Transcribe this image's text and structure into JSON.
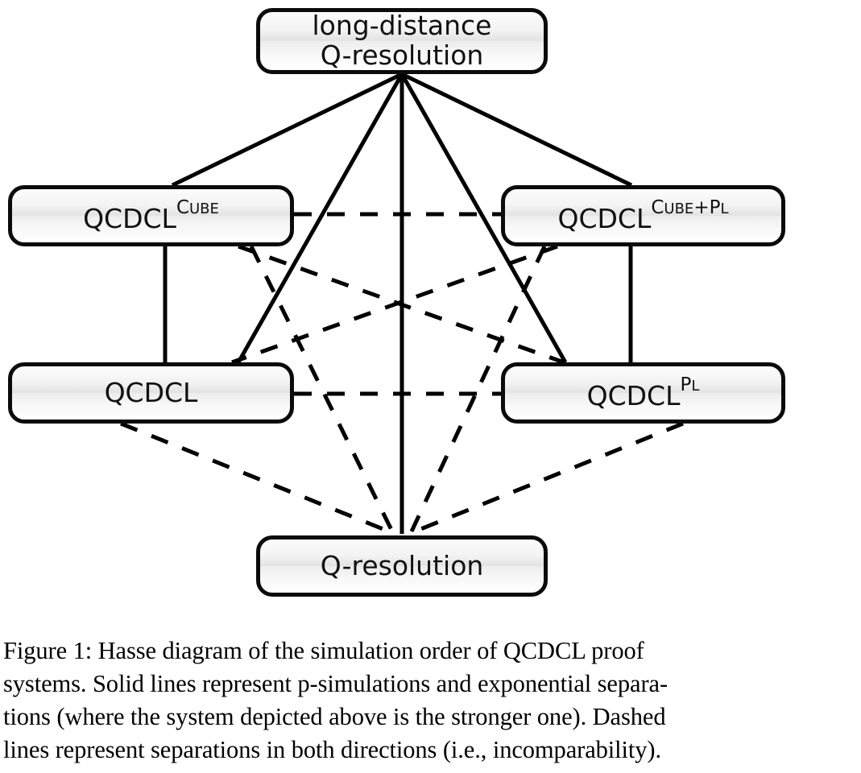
{
  "figure": {
    "type": "hasse-diagram",
    "nodes": [
      {
        "id": "long-distance-q-resolution",
        "label_line1": "long-distance",
        "label_line2": "Q-resolution",
        "base": "",
        "superscript": "",
        "row": 0
      },
      {
        "id": "qcdcl-cube",
        "base": "QCDCL",
        "superscript": "CUBE",
        "sup_first": "C",
        "sup_rest": "UBE",
        "row": 1
      },
      {
        "id": "qcdcl-cube-pl",
        "base": "QCDCL",
        "superscript": "CUBE+PL",
        "sup_first": "C",
        "sup_rest": "UBE",
        "sup_plus": "+",
        "sup_second_first": "P",
        "sup_second_rest": "L",
        "row": 1
      },
      {
        "id": "qcdcl",
        "base": "QCDCL",
        "superscript": "",
        "row": 2
      },
      {
        "id": "qcdcl-pl",
        "base": "QCDCL",
        "superscript": "PL",
        "sup_first": "P",
        "sup_rest": "L",
        "row": 2
      },
      {
        "id": "q-resolution",
        "base": "Q-resolution",
        "superscript": "",
        "row": 3
      }
    ],
    "edges": {
      "solid_meaning": "p-simulations and exponential separations",
      "dashed_meaning": "separations in both directions (incomparability)",
      "solid": [
        {
          "from": "long-distance-q-resolution",
          "to": "qcdcl-cube"
        },
        {
          "from": "long-distance-q-resolution",
          "to": "qcdcl-cube-pl"
        },
        {
          "from": "long-distance-q-resolution",
          "to": "qcdcl"
        },
        {
          "from": "long-distance-q-resolution",
          "to": "qcdcl-pl"
        },
        {
          "from": "long-distance-q-resolution",
          "to": "q-resolution",
          "arrowhead": "down"
        },
        {
          "from": "qcdcl-cube",
          "to": "qcdcl"
        },
        {
          "from": "qcdcl-cube-pl",
          "to": "qcdcl-pl"
        }
      ],
      "dashed": [
        {
          "from": "qcdcl-cube",
          "to": "qcdcl-cube-pl"
        },
        {
          "from": "qcdcl",
          "to": "qcdcl-pl"
        },
        {
          "from": "qcdcl-cube",
          "to": "qcdcl-pl"
        },
        {
          "from": "qcdcl-cube-pl",
          "to": "qcdcl"
        },
        {
          "from": "qcdcl",
          "to": "q-resolution"
        },
        {
          "from": "qcdcl-pl",
          "to": "q-resolution"
        },
        {
          "from": "qcdcl-cube",
          "to": "q-resolution"
        },
        {
          "from": "qcdcl-cube-pl",
          "to": "q-resolution"
        }
      ]
    },
    "colors": {
      "node_border": "#0b0b0b",
      "node_fill_top": "#fcfcfc",
      "node_fill_mid": "#e3e3e3",
      "node_fill_bottom": "#ffffff",
      "edge": "#000000",
      "background": "#ffffff",
      "text": "#111111"
    }
  },
  "caption": {
    "lines": [
      "Figure 1:  Hasse diagram of the simulation order of QCDCL proof",
      "systems. Solid lines represent p-simulations and exponential separa-",
      "tions (where the system depicted above is the stronger one). Dashed",
      "lines represent separations in both directions (i.e., incomparability)."
    ]
  }
}
